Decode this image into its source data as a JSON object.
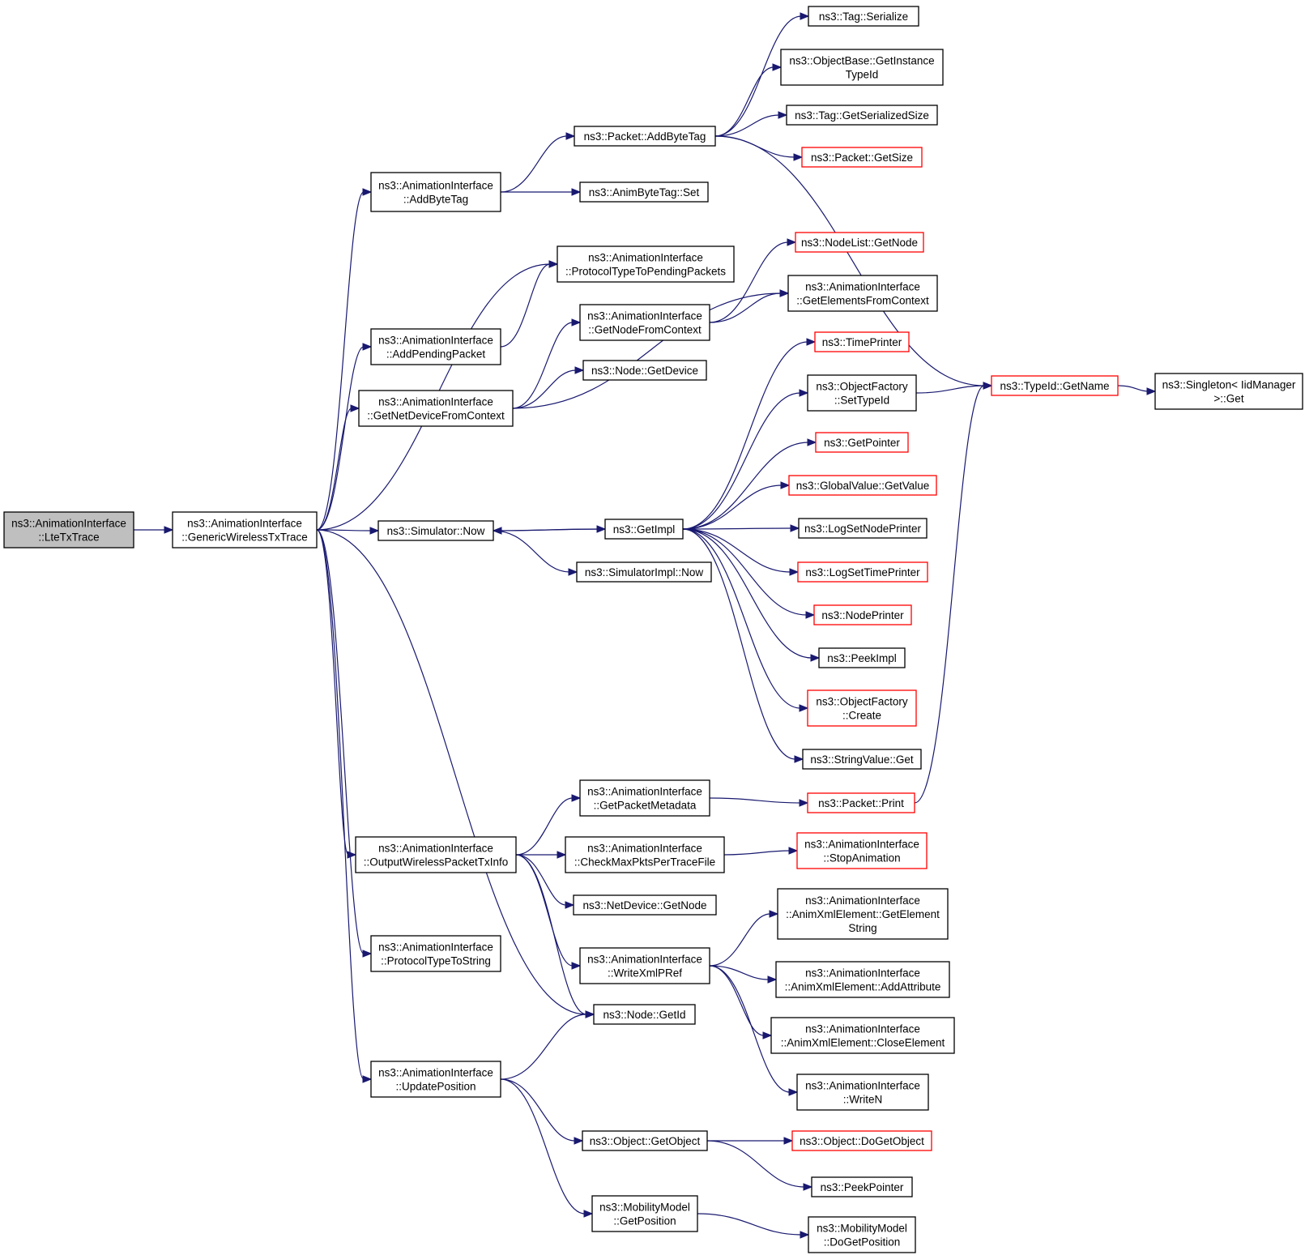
{
  "colors": {
    "edge": "#191970",
    "box_border": "#000000",
    "truncated_border": "#ff0000",
    "root_fill": "#bfbfbf"
  },
  "nodes": [
    {
      "id": "ltetx",
      "lines": [
        "ns3::AnimationInterface",
        "::LteTxTrace"
      ],
      "style": "root"
    },
    {
      "id": "generic",
      "lines": [
        "ns3::AnimationInterface",
        "::GenericWirelessTxTrace"
      ],
      "style": "normal"
    },
    {
      "id": "addbytetag_ai",
      "lines": [
        "ns3::AnimationInterface",
        "::AddByteTag"
      ],
      "style": "normal"
    },
    {
      "id": "proto2pending",
      "lines": [
        "ns3::AnimationInterface",
        "::ProtocolTypeToPendingPackets"
      ],
      "style": "normal"
    },
    {
      "id": "addpending",
      "lines": [
        "ns3::AnimationInterface",
        "::AddPendingPacket"
      ],
      "style": "normal"
    },
    {
      "id": "getnetdev",
      "lines": [
        "ns3::AnimationInterface",
        "::GetNetDeviceFromContext"
      ],
      "style": "normal"
    },
    {
      "id": "simnow",
      "lines": [
        "ns3::Simulator::Now"
      ],
      "style": "normal"
    },
    {
      "id": "outputwireless",
      "lines": [
        "ns3::AnimationInterface",
        "::OutputWirelessPacketTxInfo"
      ],
      "style": "normal"
    },
    {
      "id": "proto2string",
      "lines": [
        "ns3::AnimationInterface",
        "::ProtocolTypeToString"
      ],
      "style": "normal"
    },
    {
      "id": "nodegetid",
      "lines": [
        "ns3::Node::GetId"
      ],
      "style": "normal"
    },
    {
      "id": "updatepos",
      "lines": [
        "ns3::AnimationInterface",
        "::UpdatePosition"
      ],
      "style": "normal"
    },
    {
      "id": "pktaddbytetag",
      "lines": [
        "ns3::Packet::AddByteTag"
      ],
      "style": "normal"
    },
    {
      "id": "animbytetagset",
      "lines": [
        "ns3::AnimByteTag::Set"
      ],
      "style": "normal"
    },
    {
      "id": "getnodefromctx",
      "lines": [
        "ns3::AnimationInterface",
        "::GetNodeFromContext"
      ],
      "style": "normal"
    },
    {
      "id": "nodegetdevice",
      "lines": [
        "ns3::Node::GetDevice"
      ],
      "style": "normal"
    },
    {
      "id": "getimpl",
      "lines": [
        "ns3::GetImpl"
      ],
      "style": "normal"
    },
    {
      "id": "simimplnow",
      "lines": [
        "ns3::SimulatorImpl::Now"
      ],
      "style": "normal"
    },
    {
      "id": "getpktmeta",
      "lines": [
        "ns3::AnimationInterface",
        "::GetPacketMetadata"
      ],
      "style": "normal"
    },
    {
      "id": "checkmax",
      "lines": [
        "ns3::AnimationInterface",
        "::CheckMaxPktsPerTraceFile"
      ],
      "style": "normal"
    },
    {
      "id": "netdevgetnode",
      "lines": [
        "ns3::NetDevice::GetNode"
      ],
      "style": "normal"
    },
    {
      "id": "writexmlpref",
      "lines": [
        "ns3::AnimationInterface",
        "::WriteXmlPRef"
      ],
      "style": "normal"
    },
    {
      "id": "objgetobject",
      "lines": [
        "ns3::Object::GetObject"
      ],
      "style": "normal"
    },
    {
      "id": "mobgetpos",
      "lines": [
        "ns3::MobilityModel",
        "::GetPosition"
      ],
      "style": "normal"
    },
    {
      "id": "tagserialize",
      "lines": [
        "ns3::Tag::Serialize"
      ],
      "style": "normal"
    },
    {
      "id": "objbasegetinst",
      "lines": [
        "ns3::ObjectBase::GetInstance",
        "TypeId"
      ],
      "style": "normal"
    },
    {
      "id": "taggetsersize",
      "lines": [
        "ns3::Tag::GetSerializedSize"
      ],
      "style": "normal"
    },
    {
      "id": "pktgetsize",
      "lines": [
        "ns3::Packet::GetSize"
      ],
      "style": "red"
    },
    {
      "id": "nodelistgetnode",
      "lines": [
        "ns3::NodeList::GetNode"
      ],
      "style": "red"
    },
    {
      "id": "getelemfromctx",
      "lines": [
        "ns3::AnimationInterface",
        "::GetElementsFromContext"
      ],
      "style": "normal"
    },
    {
      "id": "timeprinter",
      "lines": [
        "ns3::TimePrinter"
      ],
      "style": "red"
    },
    {
      "id": "objfactsettypeid",
      "lines": [
        "ns3::ObjectFactory",
        "::SetTypeId"
      ],
      "style": "normal"
    },
    {
      "id": "getpointer",
      "lines": [
        "ns3::GetPointer"
      ],
      "style": "red"
    },
    {
      "id": "globalvalgetval",
      "lines": [
        "ns3::GlobalValue::GetValue"
      ],
      "style": "red"
    },
    {
      "id": "logsetnodeprinter",
      "lines": [
        "ns3::LogSetNodePrinter"
      ],
      "style": "normal"
    },
    {
      "id": "logsettimeprinter",
      "lines": [
        "ns3::LogSetTimePrinter"
      ],
      "style": "red"
    },
    {
      "id": "nodeprinter",
      "lines": [
        "ns3::NodePrinter"
      ],
      "style": "red"
    },
    {
      "id": "peekimpl",
      "lines": [
        "ns3::PeekImpl"
      ],
      "style": "normal"
    },
    {
      "id": "objfactcreate",
      "lines": [
        "ns3::ObjectFactory",
        "::Create"
      ],
      "style": "red"
    },
    {
      "id": "stringvalget",
      "lines": [
        "ns3::StringValue::Get"
      ],
      "style": "normal"
    },
    {
      "id": "pktprint",
      "lines": [
        "ns3::Packet::Print"
      ],
      "style": "red"
    },
    {
      "id": "stopanim",
      "lines": [
        "ns3::AnimationInterface",
        "::StopAnimation"
      ],
      "style": "red"
    },
    {
      "id": "getelemstring",
      "lines": [
        "ns3::AnimationInterface",
        "::AnimXmlElement::GetElement",
        "String"
      ],
      "style": "normal"
    },
    {
      "id": "addattribute",
      "lines": [
        "ns3::AnimationInterface",
        "::AnimXmlElement::AddAttribute"
      ],
      "style": "normal"
    },
    {
      "id": "closeelement",
      "lines": [
        "ns3::AnimationInterface",
        "::AnimXmlElement::CloseElement"
      ],
      "style": "normal"
    },
    {
      "id": "writen",
      "lines": [
        "ns3::AnimationInterface",
        "::WriteN"
      ],
      "style": "normal"
    },
    {
      "id": "dogetobject",
      "lines": [
        "ns3::Object::DoGetObject"
      ],
      "style": "red"
    },
    {
      "id": "peekpointer",
      "lines": [
        "ns3::PeekPointer"
      ],
      "style": "normal"
    },
    {
      "id": "dogetpos",
      "lines": [
        "ns3::MobilityModel",
        "::DoGetPosition"
      ],
      "style": "normal"
    },
    {
      "id": "typeidgetname",
      "lines": [
        "ns3::TypeId::GetName"
      ],
      "style": "red"
    },
    {
      "id": "singletonget",
      "lines": [
        "ns3::Singleton< IidManager",
        ">::Get"
      ],
      "style": "normal"
    }
  ],
  "edges": [
    [
      "ltetx",
      "generic"
    ],
    [
      "generic",
      "addbytetag_ai"
    ],
    [
      "generic",
      "proto2pending"
    ],
    [
      "generic",
      "addpending"
    ],
    [
      "generic",
      "getnetdev"
    ],
    [
      "generic",
      "simnow"
    ],
    [
      "generic",
      "outputwireless"
    ],
    [
      "generic",
      "proto2string"
    ],
    [
      "generic",
      "nodegetid"
    ],
    [
      "generic",
      "updatepos"
    ],
    [
      "addbytetag_ai",
      "pktaddbytetag"
    ],
    [
      "addbytetag_ai",
      "animbytetagset"
    ],
    [
      "addpending",
      "proto2pending"
    ],
    [
      "getnetdev",
      "getnodefromctx"
    ],
    [
      "getnetdev",
      "nodegetdevice"
    ],
    [
      "getnetdev",
      "getelemfromctx"
    ],
    [
      "getnodefromctx",
      "nodelistgetnode"
    ],
    [
      "getnodefromctx",
      "getelemfromctx"
    ],
    [
      "simnow",
      "getimpl"
    ],
    [
      "simnow",
      "simimplnow"
    ],
    [
      "getimpl",
      "simnow"
    ],
    [
      "getimpl",
      "timeprinter"
    ],
    [
      "getimpl",
      "objfactsettypeid"
    ],
    [
      "getimpl",
      "getpointer"
    ],
    [
      "getimpl",
      "globalvalgetval"
    ],
    [
      "getimpl",
      "logsetnodeprinter"
    ],
    [
      "getimpl",
      "logsettimeprinter"
    ],
    [
      "getimpl",
      "nodeprinter"
    ],
    [
      "getimpl",
      "peekimpl"
    ],
    [
      "getimpl",
      "objfactcreate"
    ],
    [
      "getimpl",
      "stringvalget"
    ],
    [
      "objfactsettypeid",
      "typeidgetname"
    ],
    [
      "typeidgetname",
      "singletonget"
    ],
    [
      "pktaddbytetag",
      "tagserialize"
    ],
    [
      "pktaddbytetag",
      "objbasegetinst"
    ],
    [
      "pktaddbytetag",
      "taggetsersize"
    ],
    [
      "pktaddbytetag",
      "pktgetsize"
    ],
    [
      "pktaddbytetag",
      "typeidgetname"
    ],
    [
      "outputwireless",
      "getpktmeta"
    ],
    [
      "outputwireless",
      "checkmax"
    ],
    [
      "outputwireless",
      "netdevgetnode"
    ],
    [
      "outputwireless",
      "writexmlpref"
    ],
    [
      "outputwireless",
      "nodegetid"
    ],
    [
      "getpktmeta",
      "pktprint"
    ],
    [
      "pktprint",
      "typeidgetname"
    ],
    [
      "checkmax",
      "stopanim"
    ],
    [
      "writexmlpref",
      "getelemstring"
    ],
    [
      "writexmlpref",
      "addattribute"
    ],
    [
      "writexmlpref",
      "closeelement"
    ],
    [
      "writexmlpref",
      "writen"
    ],
    [
      "updatepos",
      "nodegetid"
    ],
    [
      "updatepos",
      "objgetobject"
    ],
    [
      "updatepos",
      "mobgetpos"
    ],
    [
      "objgetobject",
      "dogetobject"
    ],
    [
      "objgetobject",
      "peekpointer"
    ],
    [
      "mobgetpos",
      "dogetpos"
    ]
  ]
}
